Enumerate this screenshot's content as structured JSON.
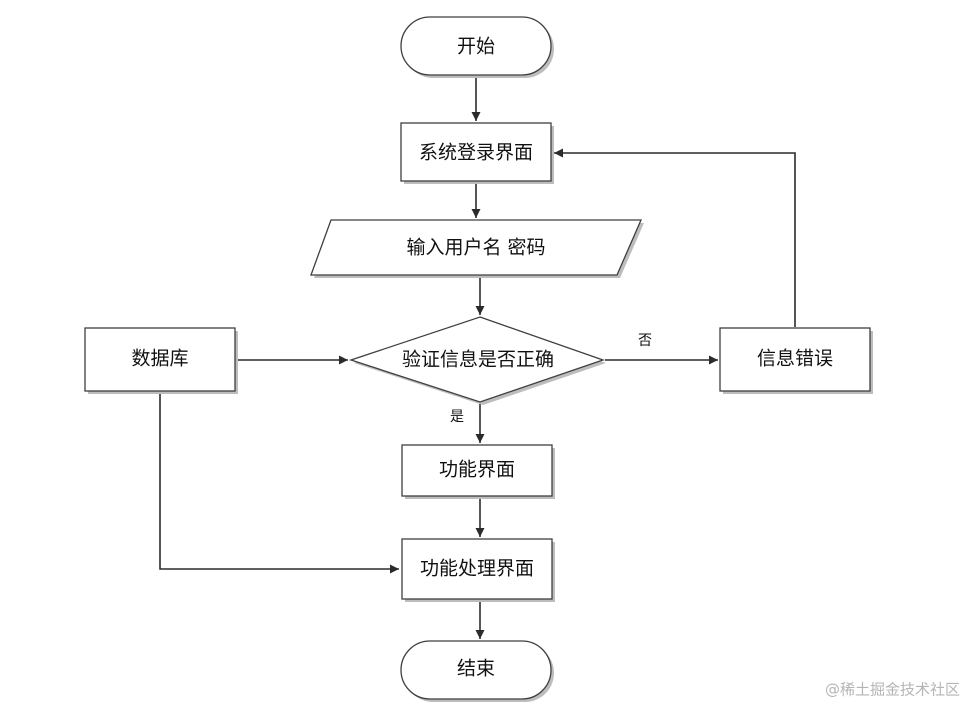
{
  "nodes": {
    "start": "开始",
    "login": "系统登录界面",
    "input": "输入用户名 密码",
    "verify": "验证信息是否正确",
    "database": "数据库",
    "error": "信息错误",
    "function": "功能界面",
    "processing": "功能处理界面",
    "end": "结束"
  },
  "edges": {
    "no_label": "否",
    "yes_label": "是"
  },
  "watermark": "@稀土掘金技术社区",
  "colors": {
    "stroke": "#3f3f3f",
    "shadow": "#bdbdbd",
    "text": "#111111",
    "watermark": "#b5b5b5"
  }
}
